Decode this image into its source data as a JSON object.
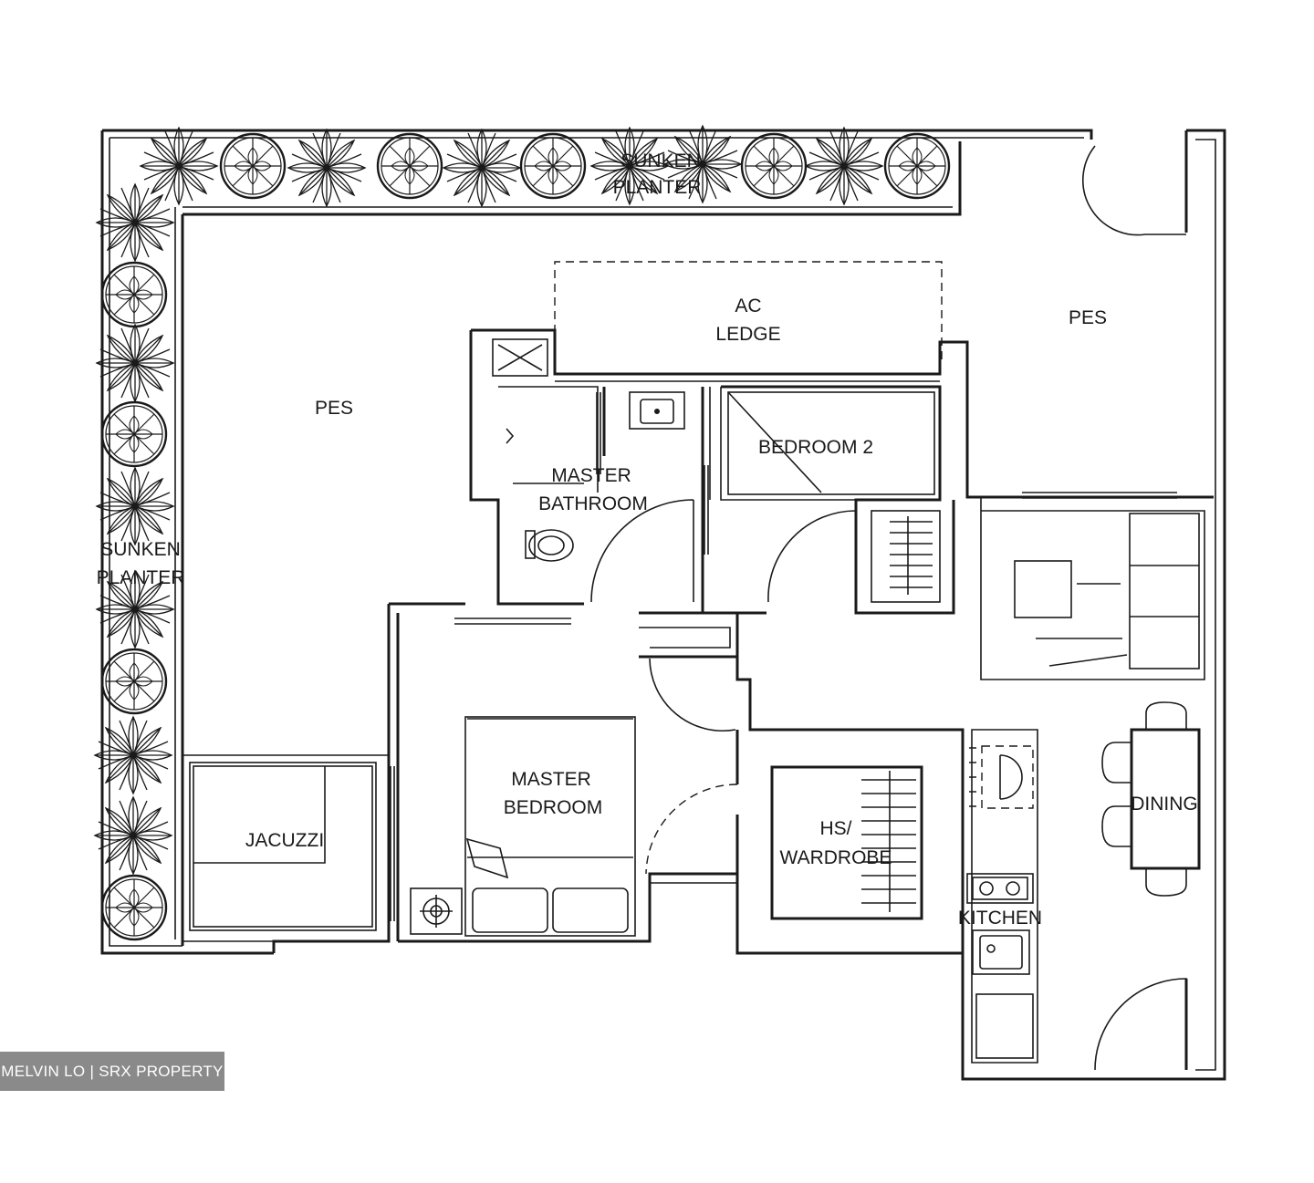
{
  "rooms": {
    "pes_left": "PES",
    "pes_right": "PES",
    "ac_ledge_line1": "AC",
    "ac_ledge_line2": "LEDGE",
    "sunken_planter_top_line1": "SUNKEN",
    "sunken_planter_top_line2": "PLANTER",
    "sunken_planter_left_line1": "SUNKEN",
    "sunken_planter_left_line2": "PLANTER",
    "master_bathroom_line1": "MASTER",
    "master_bathroom_line2": "BATHROOM",
    "bedroom_2": "BEDROOM 2",
    "master_bedroom_line1": "MASTER",
    "master_bedroom_line2": "BEDROOM",
    "jacuzzi": "JACUZZI",
    "hs_wardrobe_line1": "HS/",
    "hs_wardrobe_line2": "WARDROBE",
    "dining": "DINING",
    "kitchen": "KITCHEN"
  },
  "watermark": "MELVIN LO | SRX PROPERTY",
  "icons": [
    "shrub-icon",
    "round-tree-icon",
    "door-swing-icon",
    "toilet-icon",
    "basin-icon",
    "shower-icon",
    "bed-icon",
    "pillow-icon",
    "stove-icon",
    "sink-icon",
    "chair-icon",
    "wardrobe-icon"
  ]
}
